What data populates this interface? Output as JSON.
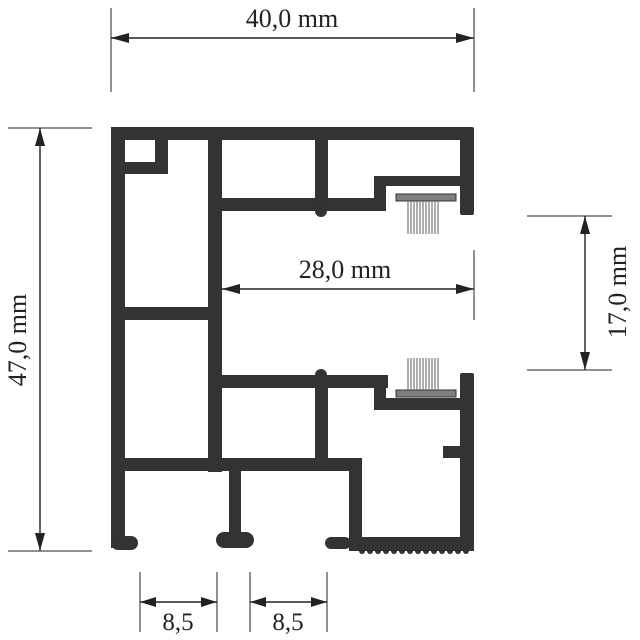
{
  "dimensions": {
    "overall_width": "40,0 mm",
    "overall_height": "47,0 mm",
    "inner_opening": "28,0 mm",
    "brush_spacing": "17,0 mm",
    "foot_gap_left": "8,5",
    "foot_gap_right": "8,5"
  },
  "colors": {
    "profile": "#333333",
    "brush_base": "#7f7f7f",
    "bristles": "#777777",
    "dimension_lines": "#222222",
    "background": "#ffffff"
  }
}
